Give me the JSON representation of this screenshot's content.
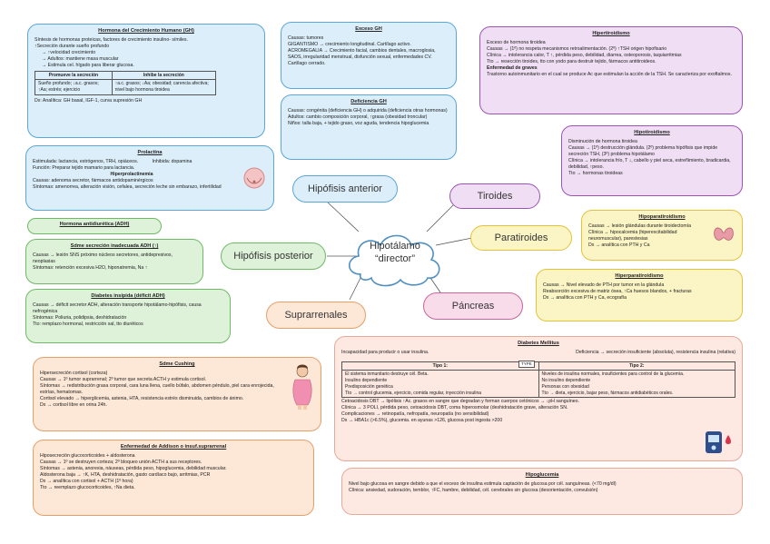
{
  "center": {
    "line1": "Hipotálamo",
    "line2": "“director”"
  },
  "pills": {
    "hipofisis_anterior": "Hipófisis anterior",
    "tiroides": "Tiroides",
    "paratiroides": "Paratiroides",
    "hipofisis_posterior": "Hipófisis posterior",
    "pancreas": "Páncreas",
    "suprarrenales": "Suprarrenales"
  },
  "gh": {
    "title": "Hormona del Crecimiento Humano (GH)",
    "lines": [
      "Síntesis de hormonas proteicas, factores de crecimiento insulino- símiles.",
      "↑Secreción durante sueño profundo",
      "→ ↑velocidad crecimiento",
      "→ Adultos: mantiene masa muscular",
      "→ Estimula cel. hígado para liberar glucosa."
    ],
    "table_headers": [
      "Promueve la secreción",
      "Inhibe la secreción"
    ],
    "table_row": [
      "Sueño profundo; ↓a.c. grasos; ↑Aa; estrés; ejercicio",
      "↑a.c. grasos; ↓Aa; obesidad; carencia afectiva; nivel bajo hormona tiroidea"
    ],
    "dx": "Dx: Analítica: GH basal, IGF-1, curva supresión GH"
  },
  "exceso_gh": {
    "title": "Exceso GH",
    "lines": [
      "Causas: tumores",
      "GIGANTISMO → crecimiento longitudinal. Cartílago activo.",
      "ACROMEGALIA → Crecimiento facial, cambios dentales, macroglosia, SAOS, irregularidad menstrual, disfunción sexual, enfermedades CV. Cartílago cerrado."
    ]
  },
  "deficiencia_gh": {
    "title": "Deficiencia GH",
    "lines": [
      "Causas: congénita (deficiencia GH) o adquirida (deficiencia otras hormonas)",
      "Adultos: cambio composición corporal, ↑grasa (obesidad troncular)",
      "Niños: talla baja, + tejido graso, voz aguda, tendencia hipoglucemia"
    ]
  },
  "prolactina": {
    "title": "Prolactina",
    "line1": "Estimulada: lactancia, estrógenos, TRH, opiáceos.",
    "line1b": "Inhibida: dopamina",
    "line2": "Función: Preparar tejido mamario para lactancia.",
    "sub": "Hiperprolactinemia",
    "lines": [
      "Causas: adenoma secretor, fármacos antidopaminérgicos",
      "Síntomas: amenorrea, alteración visión, cefalea, secreción leche sin embarazo, infertilidad"
    ]
  },
  "adh_title": "Hormona antidiurética (ADH)",
  "siadh": {
    "title": "Sdme secreción inadecuada ADH (↑)",
    "lines": [
      "Causas → lesión SNS próximo núcleos secretores, antidepresivos, neoplasias",
      "Síntomas: retención excesiva H2O, hiponatremia, Na ↑"
    ]
  },
  "diabetes_insipida": {
    "title": "Diabetes insípida (déficit ADH)",
    "lines": [
      "Causas → déficit secretor ADH, alteración transporte hipotálamo-hipófisis, causa nefrogénica",
      "Síntomas: Poliuria, polidipsia, deshidratación",
      "Tto: remplazo hormonal, restricción sal, tto diuréticos"
    ]
  },
  "hipertiroidismo": {
    "title": "Hipertiroidismo",
    "lines": [
      "Exceso de hormona tiroidea",
      "Causas → (1º) no respeta mecanismos retroalimentación. (2º) ↑TSH origen hipofisario",
      "Clínica → intolerancia calor, T ↑, pérdida peso, debilidad, diarrea, osteoporosis, taquiarritmias",
      "Tto → resección tiroides, tto con yodo para destruir tejido, fármacos antitiroideos."
    ],
    "sub": "Enfermedad de graves",
    "sub_text": "Trastorno autoinmunitario en el cual se produce Ac que estimulan la acción de la TSH. Se caracteriza por exoftalmos."
  },
  "hipotiroidismo": {
    "title": "Hipotiroidismo",
    "lines": [
      "Disminución de hormona tiroidea",
      "Causas → (1º) destrucción glándula. (2º) problema hipófisis que impide secreción TSH, (3º) problema hipotálamo",
      "Clínica → intolerancia frío, T ↓, cabello y piel seca, estreñimiento, bradicardia, debilidad, ↑peso.",
      "Tto → hormonas tiroideas"
    ]
  },
  "hipoparatiroidismo": {
    "title": "Hipoparatiroidismo",
    "lines": [
      "Causas → lesión glándulas durante tiroidectomía",
      "Clínica → hipocalcemia (hiperexcitabilidad neuromuscular), parestesias",
      "Dx → analítica con PTH y Ca"
    ]
  },
  "hiperparatiroidismo": {
    "title": "Hiperparatiroidismo",
    "lines": [
      "Causas → Nivel elevado de PTH por tumor en la glándula",
      "Reabsorción excesiva de matriz ósea, ↑Ca huesos blandos, + fracturas",
      "Dx → analítica con PTH y Ca, ecografía"
    ]
  },
  "cushing": {
    "title": "Sdme Cushing",
    "lines": [
      "Hipersecreción cortisol (corteza)",
      "Causas → 1º tumor suprarrenal; 2º tumor que secreta ACTH y estimula cortisol.",
      "Síntomas → redistribución grasa corporal, cara luna llena, cuello búfalo, abdomen péndulo, piel cara enrojecida, estrías, hematomas.",
      "Cortisol elevado → hiperglicemia, astenia, HTA, resistencia estrés disminuida, cambios de ánimo.",
      "Dx → cortisol libre en orina 24h."
    ]
  },
  "addison": {
    "title": "Enfermedad de Addison o insuf.suprarrenal",
    "lines": [
      "Hiposecreción glucocorticoides + aldosterona",
      "Causas → 1º se destruyen corteza; 2º bloqueo unión ACTH a sus receptores.",
      "Síntomas → astenia, anorexia, náuseas, pérdida peso, hipoglucemia, debilidad muscular.",
      "Aldosterona baja → ↑K, HTA, deshidratación, gasto cardíaco bajo, arritmias, PCR",
      "Dx → analítica con cortisol + ACTH (1º hora)",
      "Tto → reemplazo glucocorticoides, ↑Na dieta."
    ]
  },
  "diabetes": {
    "title": "Diabetes Mellitus",
    "intro_left": "Incapacidad para producir o usar insulina.",
    "intro_right": "Deficiencia → secreción insuficiente (absoluta), resistencia insulina (relativa)",
    "type_badge": "TYPE",
    "table_headers": [
      "Tipo 1:",
      "Tipo 2:"
    ],
    "tipo1": [
      "El sistema inmunitario destruye cél. Beta.",
      "Insulino dependiente",
      "Predisposición genética",
      "Tto → control glucemia, ejercicio, comida regular, inyección insulina"
    ],
    "tipo2": [
      "Niveles de insulina normales, insuficientes para control de la glucemia.",
      "No insulino dependiente",
      "Personas con obesidad",
      "Tto → dieta, ejercicio, bajar peso, fármacos antidiabéticos orales."
    ],
    "lines": [
      "Cetoacidosis DBT → lipólisis ↑Ac. grasos en sangre que degradan y forman cuerpos cetónicos → ↓pH sanguíneo.",
      "Clínica → 3 POLI, pérdida peso, cetoacidosis DBT, coma hiperosmolar (deshidratación grave, alteración SN.",
      "Complicaciones → retinopatía, nefropatía, neuropatía (no sensibilidad)",
      "Dx → HBA1c (>6.5%), glucemia. en ayunas >126, glucosa post ingesta >200"
    ]
  },
  "hipoglucemia": {
    "title": "Hipoglucemia",
    "lines": [
      "Nivel bajo glucosa en sangre debido a que el exceso de insulina estimula captación de glucosa por cél. sanguíneas. (<70 mg/dl)",
      "Clínica: ansiedad, sudoración, temblor, ↑FC, hambre, debilidad, cél. cerebrales sin glucosa (desorientación, convulsión)"
    ]
  },
  "colors": {
    "blue": "#dbeefa",
    "pink": "#f8dcea",
    "purple": "#f0dff4",
    "green": "#def2da",
    "yellow": "#fbf4c4",
    "orange": "#fde7d6",
    "peach": "#fde8e2"
  }
}
